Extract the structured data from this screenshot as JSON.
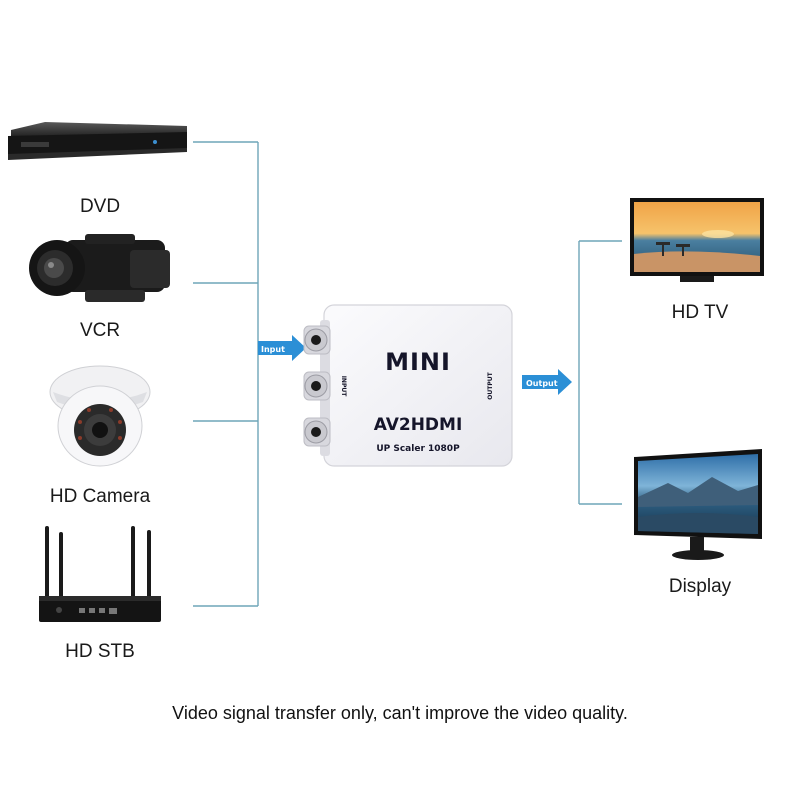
{
  "inputs": [
    {
      "label": "DVD",
      "icon": "dvd-player-icon"
    },
    {
      "label": "VCR",
      "icon": "camcorder-icon"
    },
    {
      "label": "HD Camera",
      "icon": "dome-camera-icon"
    },
    {
      "label": "HD STB",
      "icon": "router-icon"
    }
  ],
  "outputs": [
    {
      "label": "HD TV",
      "icon": "tv-icon"
    },
    {
      "label": "Display",
      "icon": "monitor-icon"
    }
  ],
  "converter": {
    "brand": "MINI",
    "model": "AV2HDMI",
    "subtitle": "UP Scaler 1080P",
    "input_port_label": "INPUT",
    "output_port_label": "OUTPUT"
  },
  "arrows": {
    "input": "Input",
    "output": "Output"
  },
  "caption": "Video signal transfer only, can't improve the video quality.",
  "colors": {
    "connector_line": "#6fa6b8",
    "arrow_fill": "#2b8fd6",
    "device_body": "#f6f6f8"
  }
}
